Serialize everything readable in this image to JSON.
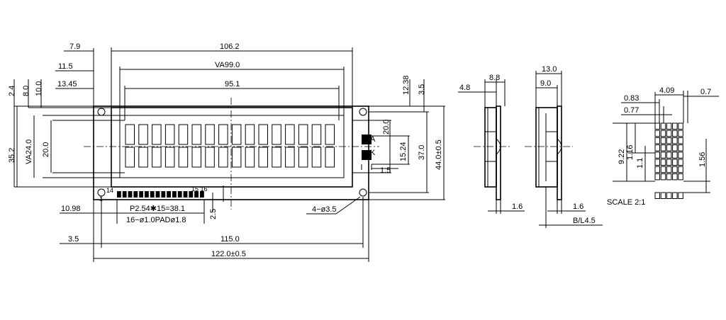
{
  "dims": {
    "d7_9": "7.9",
    "d11_5": "11.5",
    "d2_4": "2.4",
    "d8_0": "8.0",
    "d10_0": "10.0",
    "d13_45": "13.45",
    "d106_2": "106.2",
    "dVA99": "VA99.0",
    "d95_1": "95.1",
    "d12_38": "12.38",
    "d3_5a": "3.5",
    "d35_2": "35.2",
    "dVA24": "VA24.0",
    "d20_0l": "20.0",
    "d20_0r": "20.0",
    "d15_24": "15.24",
    "d37_0": "37.0",
    "d44_0": "44.0±0.5",
    "d1_5": "1.5",
    "pin14": "14",
    "pin1": "1",
    "pin15_16": "15 16",
    "d10_98": "10.98",
    "dPitch": "P2.54✱15=38.1",
    "dPad": "16−ø1.0PADø1.8",
    "d2_5": "2.5",
    "dHoles": "4−ø3.5",
    "d3_5b": "3.5",
    "d115": "115.0",
    "d122": "122.0±0.5",
    "ledA": "A",
    "ledK": "K",
    "side1_4_8": "4.8",
    "side1_8_8": "8.8",
    "side1_1_6": "1.6",
    "side2_13": "13.0",
    "side2_9": "9.0",
    "side2_1_6": "1.6",
    "side2_bl": "B/L4.5",
    "dot_0_83": "0.83",
    "dot_4_09": "4.09",
    "dot_0_7": "0.7",
    "dot_0_77": "0.77",
    "dot_9_22": "9.22",
    "dot_1_16": "1.16",
    "dot_1_1": "1.1",
    "dot_1_56": "1.56",
    "scale": "SCALE 2:1"
  }
}
